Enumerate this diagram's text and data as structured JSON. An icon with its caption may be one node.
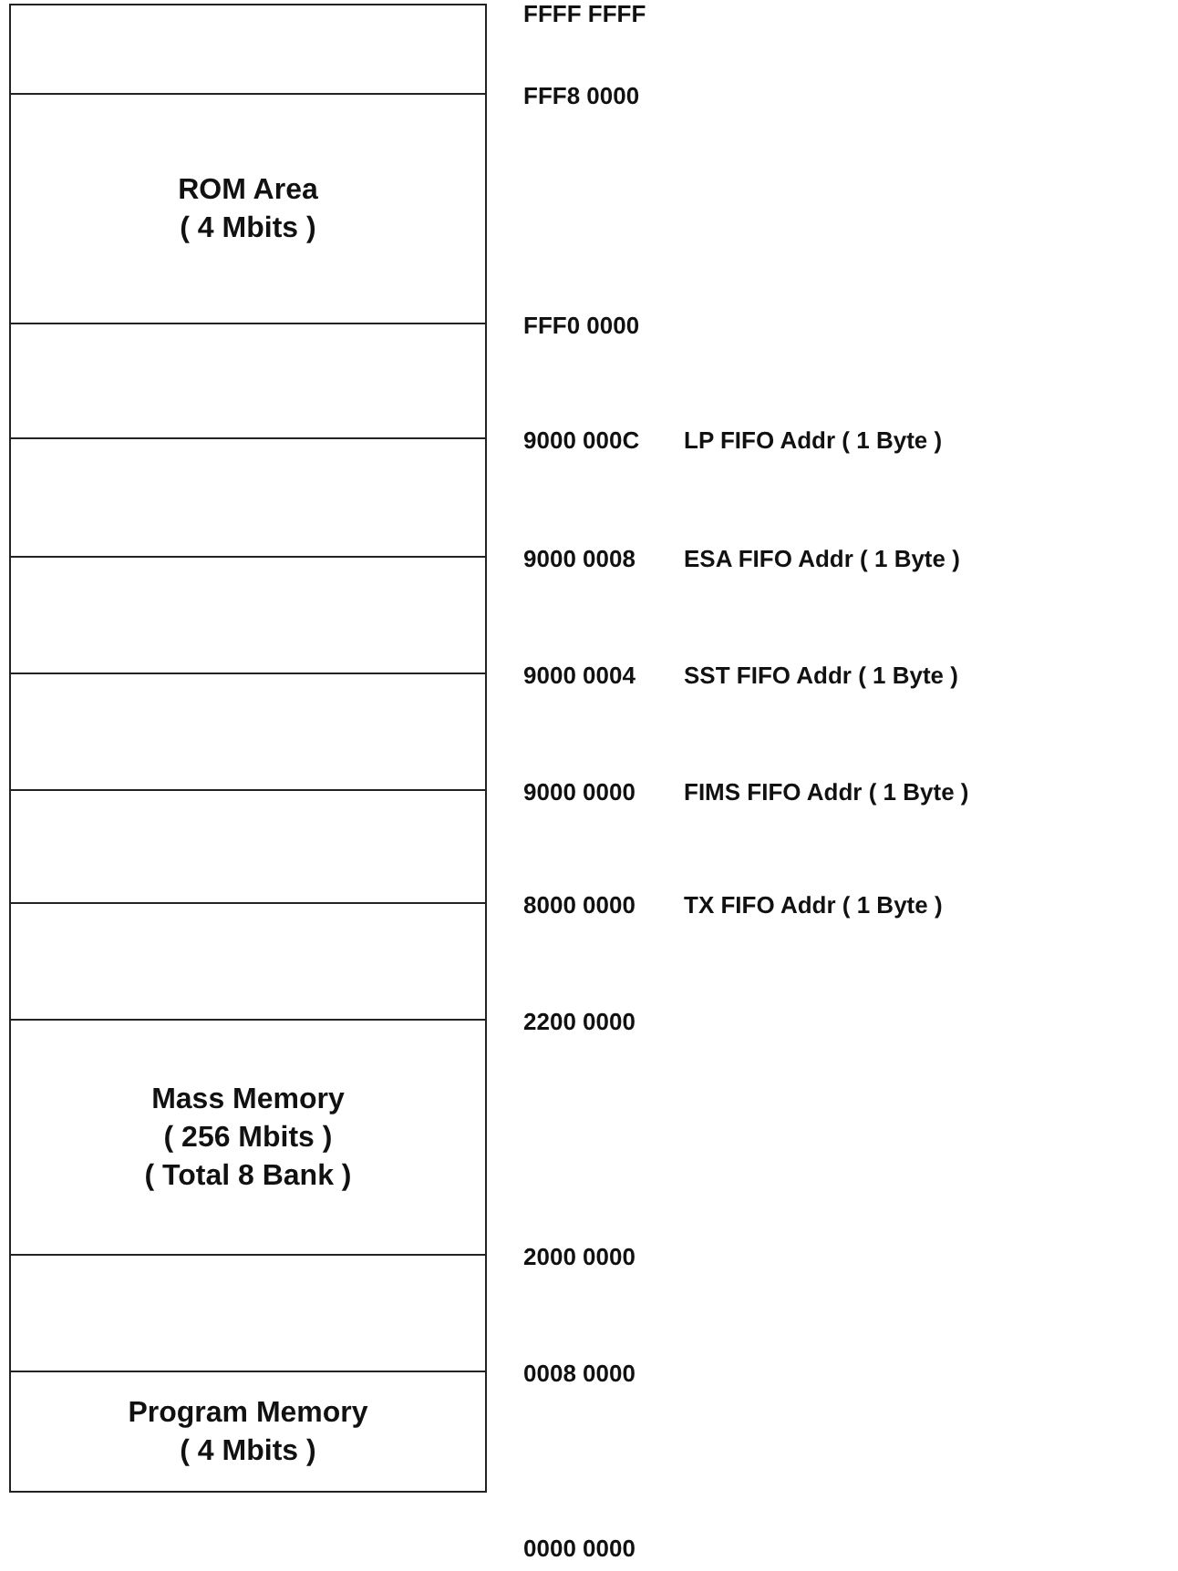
{
  "diagram": {
    "nodes": [
      {
        "text": [],
        "shape": "box"
      },
      {
        "text": [
          "ROM Area",
          "( 4 Mbits )"
        ]
      },
      {
        "text": [],
        "shape": "box"
      },
      {
        "text": [],
        "shape": "box"
      },
      {
        "text": [],
        "shape": "box"
      },
      {
        "text": [],
        "shape": "box"
      },
      {
        "text": [],
        "shape": "box"
      },
      {
        "text": [],
        "shape": "box"
      },
      {
        "text": [
          "Mass Memory",
          "( 256 Mbits )",
          "( Total 8 Bank )"
        ]
      },
      {
        "text": [],
        "shape": "box"
      },
      {
        "text": [
          "Program Memory",
          "( 4 Mbits )"
        ]
      }
    ],
    "edges": [],
    "labels": [
      "FFFF FFFF",
      "FFF8 0000",
      "FFF0 0000",
      "9000 000C",
      "LP FIFO Addr ( 1 Byte )",
      "9000 0008",
      "ESA FIFO Addr ( 1 Byte )",
      "9000 0004",
      "SST FIFO Addr ( 1 Byte )",
      "9000 0000",
      "FIMS FIFO Addr ( 1 Byte )",
      "8000 0000",
      "TX FIFO Addr ( 1 Byte )",
      "2200 0000",
      "2000 0000",
      "0008 0000",
      "0000 0000"
    ]
  }
}
